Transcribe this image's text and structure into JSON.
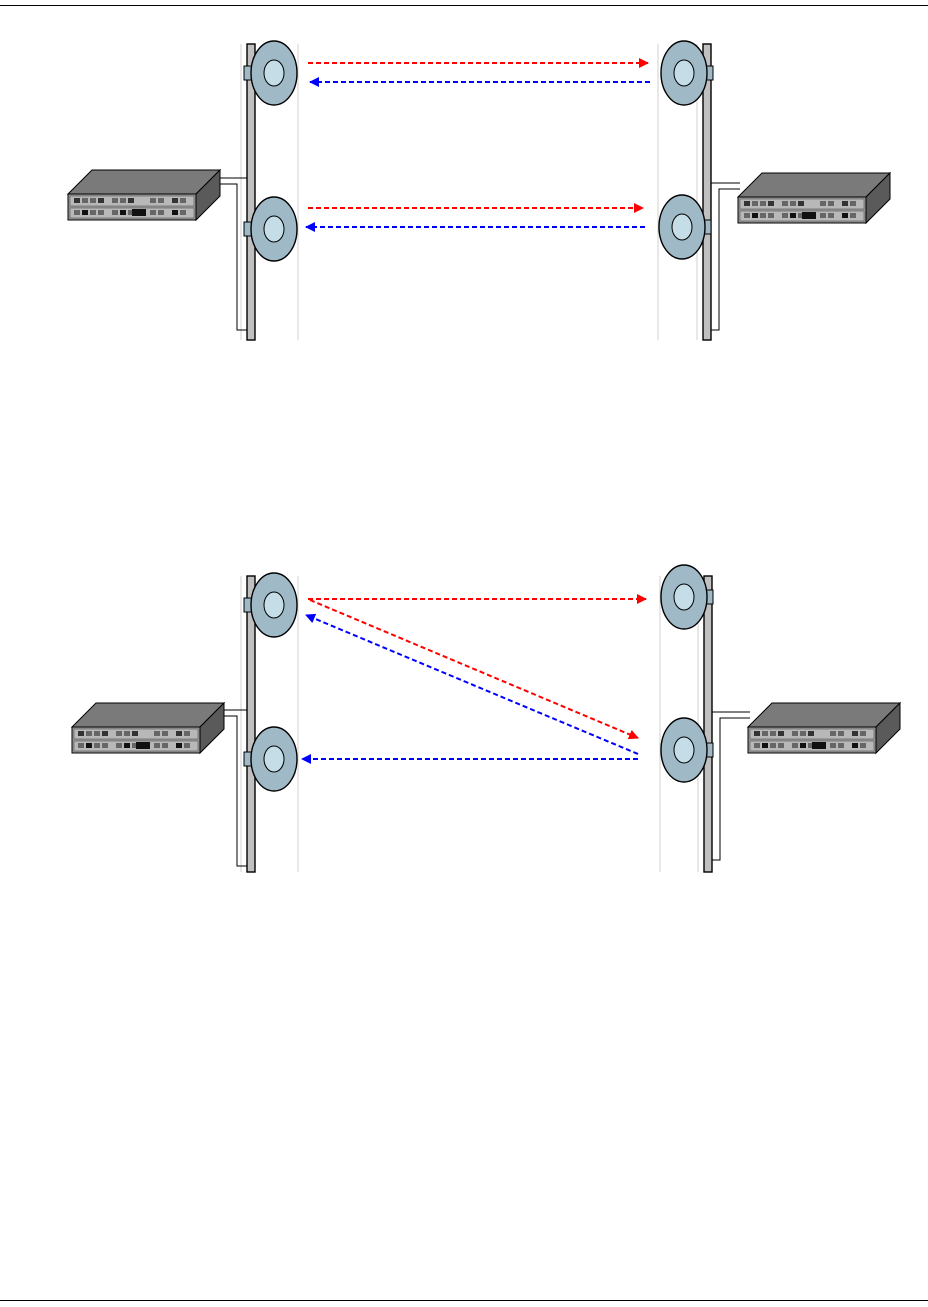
{
  "colors": {
    "tx_link": "#ff0000",
    "rx_link": "#0000ff",
    "antenna_fill": "#9fb9c6",
    "antenna_core": "#c4dde6",
    "mast": "#c0c0c0",
    "server_body": "#9a9a9a",
    "server_top": "#7a7a7a"
  },
  "icons": {
    "antenna": "dish-antenna-icon",
    "server": "rack-server-icon",
    "mast": "antenna-mast-icon"
  },
  "diagrams": [
    {
      "id": "parallel-links",
      "links": [
        {
          "from": "left-upper-antenna",
          "to": "right-upper-antenna",
          "direction": "tx"
        },
        {
          "from": "right-upper-antenna",
          "to": "left-upper-antenna",
          "direction": "rx"
        },
        {
          "from": "left-lower-antenna",
          "to": "right-lower-antenna",
          "direction": "tx"
        },
        {
          "from": "right-lower-antenna",
          "to": "left-lower-antenna",
          "direction": "rx"
        }
      ]
    },
    {
      "id": "cross-links",
      "links": [
        {
          "from": "left-upper-antenna",
          "to": "right-upper-antenna",
          "direction": "tx"
        },
        {
          "from": "left-upper-antenna",
          "to": "right-lower-antenna",
          "direction": "tx"
        },
        {
          "from": "right-lower-antenna",
          "to": "left-upper-antenna",
          "direction": "rx"
        },
        {
          "from": "right-lower-antenna",
          "to": "left-lower-antenna",
          "direction": "rx"
        }
      ]
    }
  ]
}
